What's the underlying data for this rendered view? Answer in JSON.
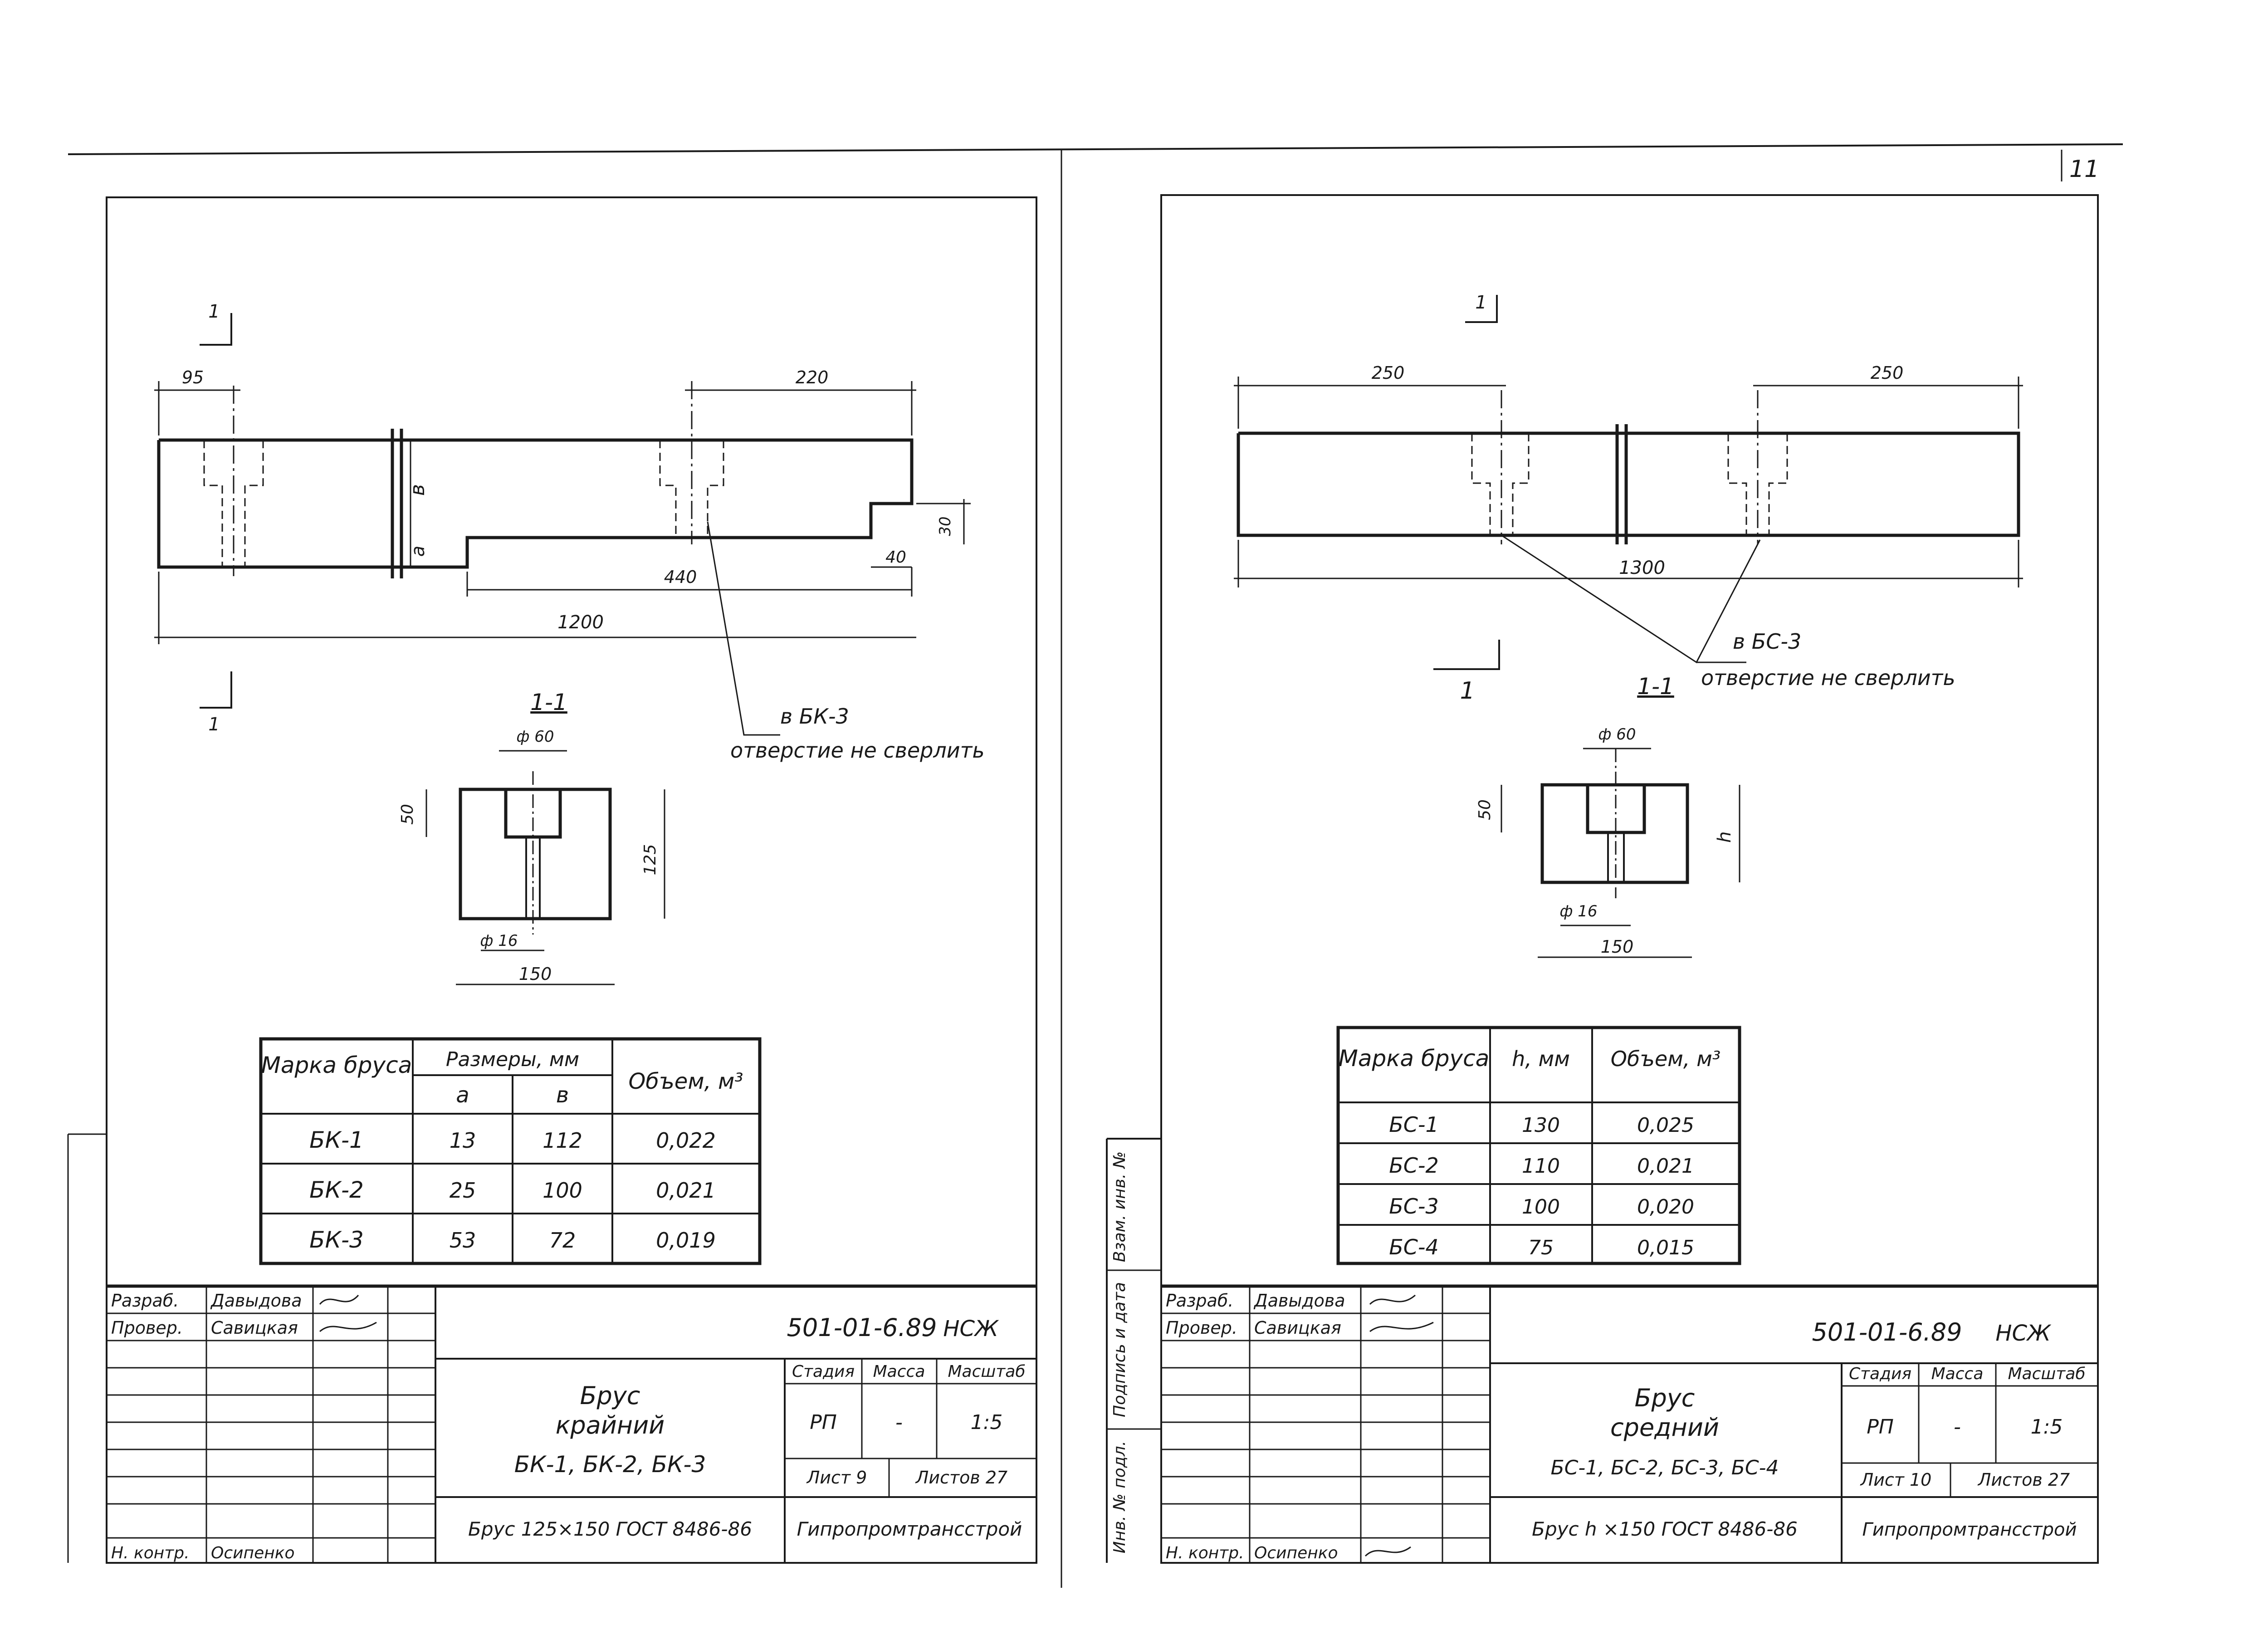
{
  "page_number": "11",
  "left_sheet": {
    "section_marks": [
      "1",
      "1"
    ],
    "dims": {
      "d95": "95",
      "d220": "220",
      "d30": "30",
      "d40": "40",
      "d440": "440",
      "d1200": "1200",
      "db": "в",
      "da": "а"
    },
    "note": {
      "mark": "в  БК-3",
      "text": "отверстие не сверлить"
    },
    "section": {
      "title": "1-1",
      "dia_top": "ф 60",
      "dia_bottom": "ф 16",
      "h50": "50",
      "h125": "125",
      "w150": "150"
    },
    "table": {
      "h_mark": "Марка бруса",
      "h_dims": "Размеры, мм",
      "h_a": "а",
      "h_b": "в",
      "h_vol": "Объем, м³",
      "rows": [
        {
          "mark": "БК-1",
          "a": "13",
          "b": "112",
          "vol": "0,022"
        },
        {
          "mark": "БК-2",
          "a": "25",
          "b": "100",
          "vol": "0,021"
        },
        {
          "mark": "БК-3",
          "a": "53",
          "b": "72",
          "vol": "0,019"
        }
      ]
    },
    "stamp": {
      "role1": "Разраб.",
      "name1": "Давыдова",
      "role2": "Провер.",
      "name2": "Савицкая",
      "role3": "Н. контр.",
      "name3": "Осипенко",
      "code": "501-01-6.89",
      "suffix": "НСЖ",
      "title1": "Брус",
      "title2": "крайний",
      "title3": "БК-1,  БК-2,  БК-3",
      "stage_h": "Стадия",
      "mass_h": "Масса",
      "scale_h": "Масштаб",
      "stage": "РП",
      "mass": "-",
      "scale": "1:5",
      "sheet": "Лист 9",
      "sheets": "Листов 27",
      "material": "Брус 125×150 ГОСТ 8486-86",
      "org": "Гипропромтрансстрой"
    }
  },
  "right_sheet": {
    "section_marks": [
      "1",
      "1"
    ],
    "dims": {
      "d250a": "250",
      "d250b": "250",
      "d1300": "1300"
    },
    "note": {
      "mark": "в  БС-3",
      "text": "отверстие не сверлить"
    },
    "section": {
      "title": "1-1",
      "dia_top": "ф 60",
      "dia_bottom": "ф 16",
      "h50": "50",
      "hh": "h",
      "w150": "150"
    },
    "table": {
      "h_mark": "Марка бруса",
      "h_h": "h, мм",
      "h_vol": "Объем, м³",
      "rows": [
        {
          "mark": "БС-1",
          "h": "130",
          "vol": "0,025"
        },
        {
          "mark": "БС-2",
          "h": "110",
          "vol": "0,021"
        },
        {
          "mark": "БС-3",
          "h": "100",
          "vol": "0,020"
        },
        {
          "mark": "БС-4",
          "h": "75",
          "vol": "0,015"
        }
      ]
    },
    "side_labels": [
      "Взам. инв. №",
      "Подпись и дата",
      "Инв. № подл."
    ],
    "stamp": {
      "role1": "Разраб.",
      "name1": "Давыдова",
      "role2": "Провер.",
      "name2": "Савицкая",
      "role3": "Н. контр.",
      "name3": "Осипенко",
      "code": "501-01-6.89",
      "suffix": "НСЖ",
      "title1": "Брус",
      "title2": "средний",
      "title3": "БС-1,  БС-2,  БС-3,  БС-4",
      "stage_h": "Стадия",
      "mass_h": "Масса",
      "scale_h": "Масштаб",
      "stage": "РП",
      "mass": "-",
      "scale": "1:5",
      "sheet": "Лист 10",
      "sheets": "Листов 27",
      "material": "Брус h ×150 ГОСТ 8486-86",
      "org": "Гипропромтрансстрой"
    }
  }
}
